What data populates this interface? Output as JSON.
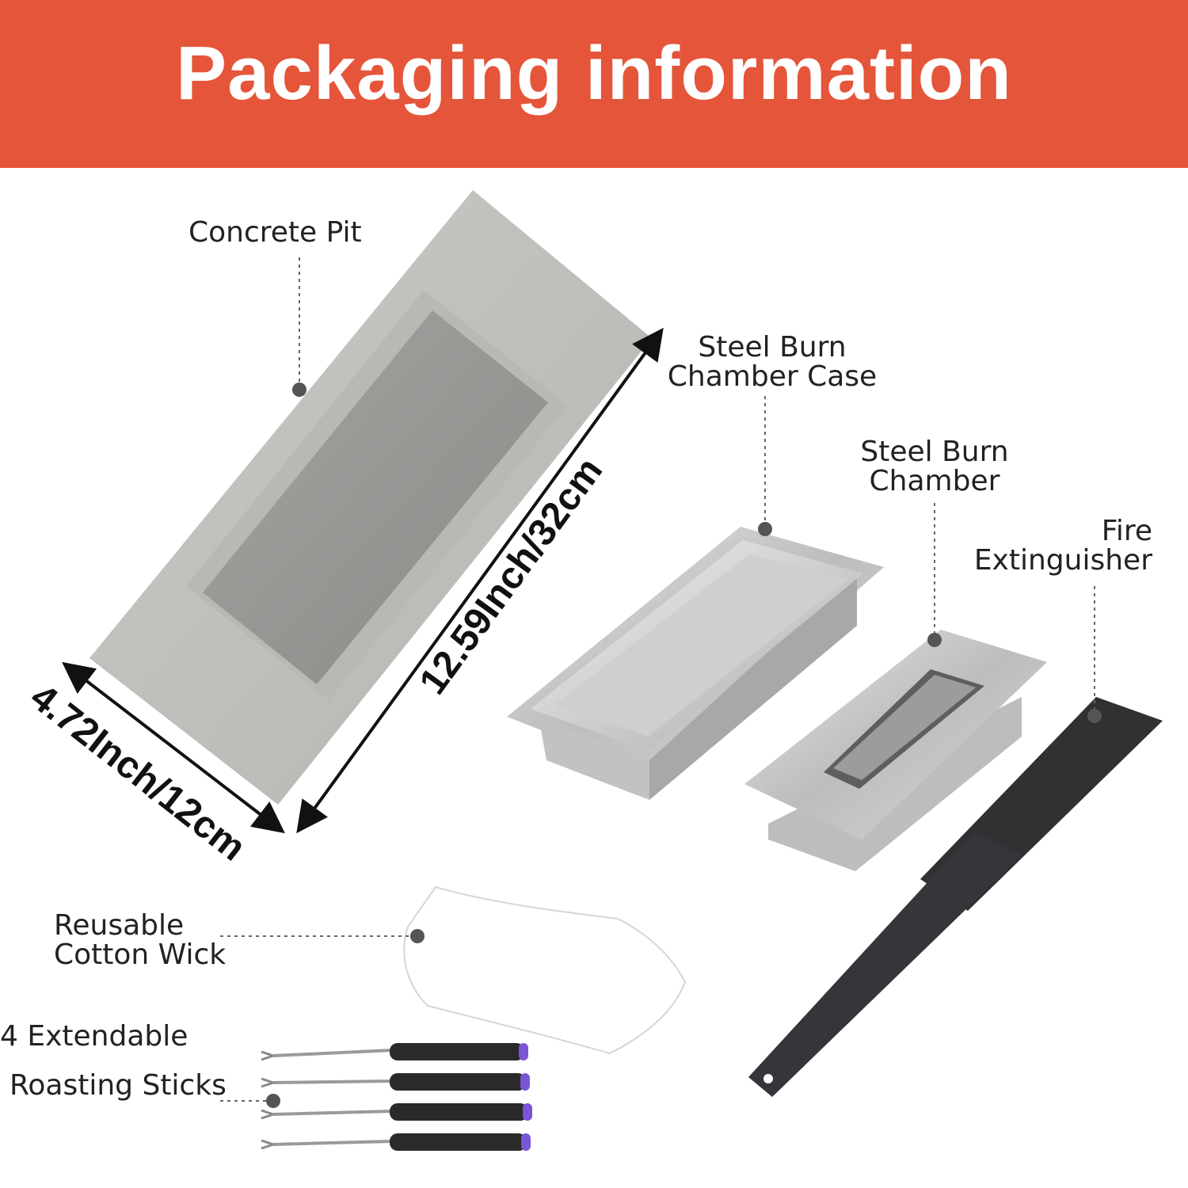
{
  "header": {
    "title": "Packaging information",
    "background_color": "#e5553a"
  },
  "labels": {
    "concrete_pit": "Concrete Pit",
    "case_line1": "Steel Burn",
    "case_line2": "Chamber Case",
    "chamber_line1": "Steel Burn",
    "chamber_line2": "Chamber",
    "extinguisher_line1": "Fire",
    "extinguisher_line2": "Extinguisher",
    "wick_line1": "Reusable",
    "wick_line2": "Cotton Wick",
    "sticks_line1": "4 Extendable",
    "sticks_line2": "Roasting Sticks"
  },
  "dimensions": {
    "length": "12.59Inch/32cm",
    "width": "4.72Inch/12cm"
  }
}
